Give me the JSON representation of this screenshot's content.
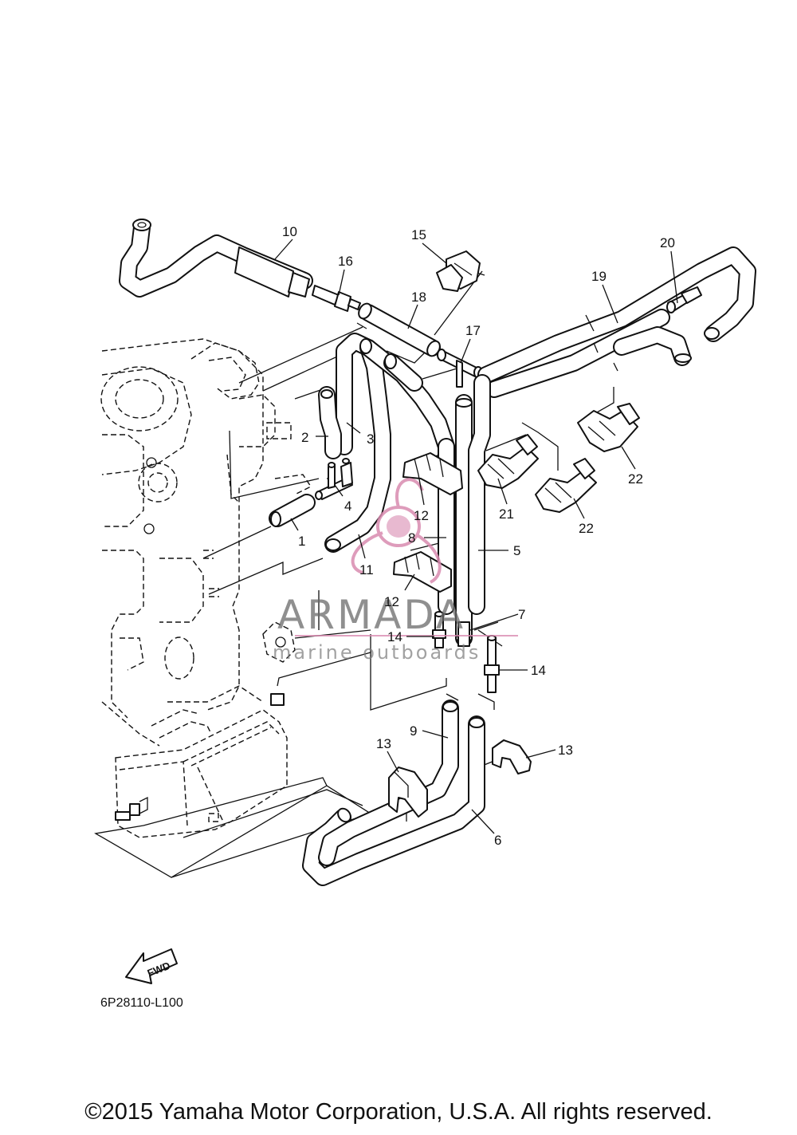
{
  "diagram": {
    "callouts": [
      {
        "id": "c1",
        "text": "1"
      },
      {
        "id": "c2",
        "text": "2"
      },
      {
        "id": "c3",
        "text": "3"
      },
      {
        "id": "c4",
        "text": "4"
      },
      {
        "id": "c5",
        "text": "5"
      },
      {
        "id": "c6",
        "text": "6"
      },
      {
        "id": "c7",
        "text": "7"
      },
      {
        "id": "c8",
        "text": "8"
      },
      {
        "id": "c9",
        "text": "9"
      },
      {
        "id": "c10",
        "text": "10"
      },
      {
        "id": "c11",
        "text": "11"
      },
      {
        "id": "c12a",
        "text": "12"
      },
      {
        "id": "c12b",
        "text": "12"
      },
      {
        "id": "c13a",
        "text": "13"
      },
      {
        "id": "c13b",
        "text": "13"
      },
      {
        "id": "c14a",
        "text": "14"
      },
      {
        "id": "c14b",
        "text": "14"
      },
      {
        "id": "c15",
        "text": "15"
      },
      {
        "id": "c16",
        "text": "16"
      },
      {
        "id": "c17",
        "text": "17"
      },
      {
        "id": "c18",
        "text": "18"
      },
      {
        "id": "c19",
        "text": "19"
      },
      {
        "id": "c20",
        "text": "20"
      },
      {
        "id": "c21",
        "text": "21"
      },
      {
        "id": "c22a",
        "text": "22"
      },
      {
        "id": "c22b",
        "text": "22"
      }
    ],
    "fwd_label": "FWD",
    "drawing_code": "6P28110-L100"
  },
  "watermark": {
    "brand": "ARMADA",
    "tagline": "marine outboards",
    "logo_color": "#d98bb0"
  },
  "copyright": "©2015 Yamaha Motor Corporation, U.S.A. All rights reserved."
}
